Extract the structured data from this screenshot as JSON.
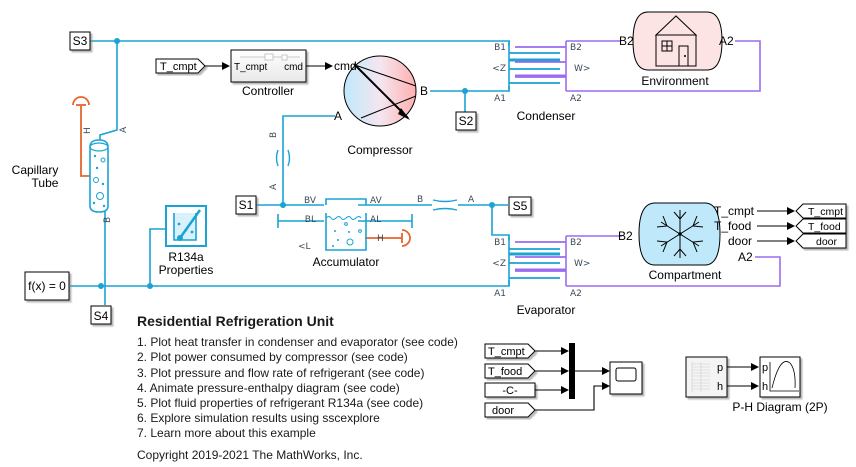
{
  "model": {
    "title": "Residential Refrigeration Unit",
    "links": [
      "1. Plot heat transfer in condenser and evaporator (see code)",
      "2. Plot power consumed by compressor (see code)",
      "3. Plot pressure and flow rate of refrigerant (see code)",
      "4. Animate pressure-enthalpy diagram (see code)",
      "5. Plot fluid properties of refrigerant R134a (see code)",
      "6. Explore simulation results using sscexplore",
      "7. Learn more about this example"
    ],
    "copyright": "Copyright 2019-2021 The MathWorks, Inc."
  },
  "blocks": {
    "controller": {
      "label": "Controller",
      "in_port": "T_cmpt",
      "out_port": "cmd"
    },
    "compressor": {
      "label": "Compressor",
      "port_cmd": "cmd",
      "port_a": "A",
      "port_b": "B"
    },
    "condenser": {
      "label": "Condenser",
      "ports": {
        "b1": "B1",
        "a1": "A1",
        "b2": "B2",
        "a2": "A2",
        "z": "<Z",
        "w": "W>"
      }
    },
    "evaporator": {
      "label": "Evaporator",
      "ports": {
        "b1": "B1",
        "a1": "A1",
        "b2": "B2",
        "a2": "A2",
        "z": "<Z",
        "w": "W>"
      }
    },
    "environment": {
      "label": "Environment",
      "port_b2": "B2",
      "port_a2": "A2"
    },
    "compartment": {
      "label": "Compartment",
      "port_b2": "B2",
      "port_a2": "A2",
      "outputs": [
        "T_cmpt",
        "T_food",
        "door"
      ]
    },
    "capillary_tube": {
      "label": "Capillary\nTube",
      "label_line1": "Capillary",
      "label_line2": "Tube",
      "port_a": "A",
      "port_b": "B",
      "port_h": "H"
    },
    "accumulator": {
      "label": "Accumulator",
      "ports": {
        "bv": "BV",
        "av": "AV",
        "bl": "BL",
        "al": "AL",
        "h": "H",
        "l": "<L"
      }
    },
    "r134a": {
      "label_line1": "R134a",
      "label_line2": "Properties"
    },
    "solver": {
      "label": "f(x) = 0"
    },
    "pipe_upper": {
      "port_a": "A",
      "port_b": "B"
    },
    "pipe_lower": {
      "port_a": "A",
      "port_b": "B"
    },
    "sensors": [
      "S1",
      "S2",
      "S3",
      "S4",
      "S5"
    ],
    "goto_tcmpt": "T_cmpt",
    "from_tags": [
      "T_cmpt",
      "T_food",
      "door"
    ],
    "scope_inputs": [
      "T_cmpt",
      "T_food",
      "-C-",
      "door"
    ],
    "ph_source_ports": [
      "p",
      "h"
    ],
    "ph_diagram": {
      "label": "P-H Diagram (2P)",
      "ports": [
        "p",
        "h"
      ]
    }
  },
  "colors": {
    "thermal_liquid": "#1aa3d4",
    "thermal_air": "#9b6cf0",
    "thermal": "#e8642c",
    "compartment_fill": "#bfe8fb",
    "environment_fill": "#fde4e4"
  }
}
